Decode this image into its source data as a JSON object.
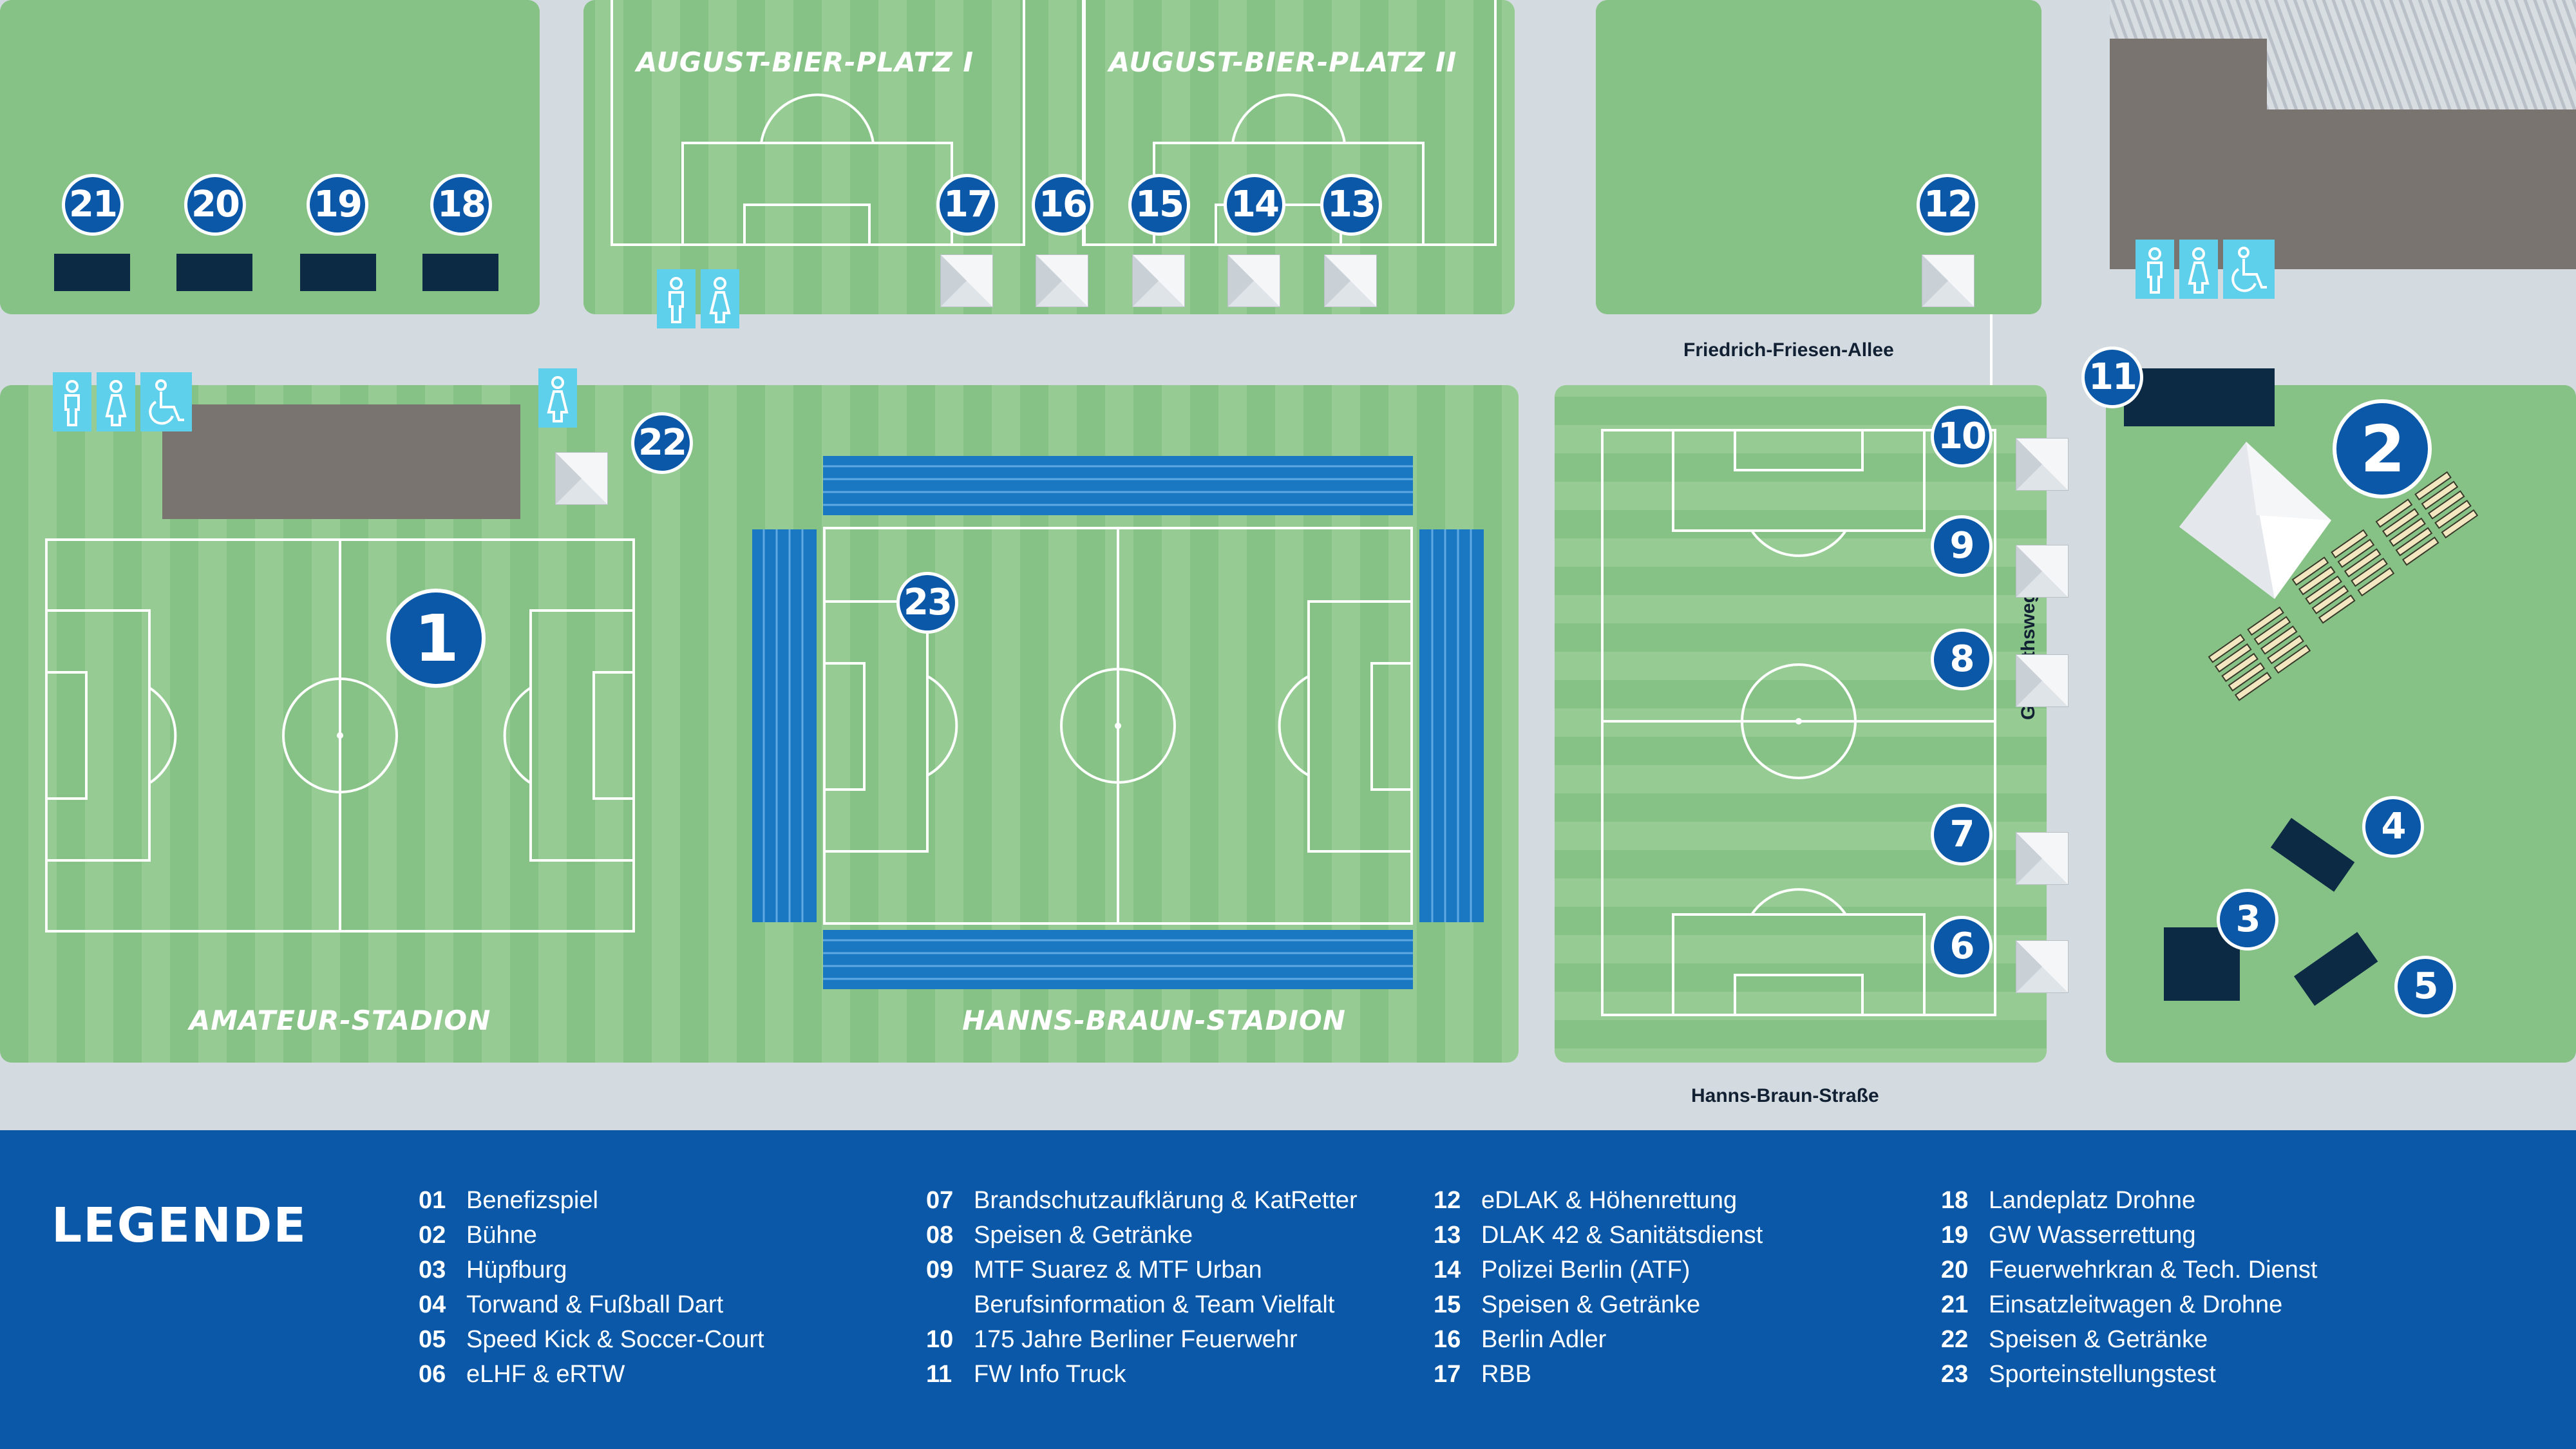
{
  "colors": {
    "grass_dark": "#86c186",
    "grass_light": "#96cc94",
    "road": "#d4dbe0",
    "marker": "#0b58a8",
    "restroom": "#5ed0ec",
    "vehicle": "#0c2a44",
    "building": "#7a7470",
    "legend_bg": "#0b58a8",
    "stands": "#1a78c2"
  },
  "fields": {
    "august_bier_1": "AUGUST-BIER-PLATZ I",
    "august_bier_2": "AUGUST-BIER-PLATZ II",
    "amateur": "AMATEUR-STADION",
    "hanns_braun": "HANNS-BRAUN-STADION"
  },
  "roads": {
    "friedrich": "Friedrich-Friesen-Allee",
    "hanns": "Hanns-Braun-Straße",
    "gutmuths": "Gutmuthsweg"
  },
  "markers": {
    "m1": "1",
    "m2": "2",
    "m3": "3",
    "m4": "4",
    "m5": "5",
    "m6": "6",
    "m7": "7",
    "m8": "8",
    "m9": "9",
    "m10": "10",
    "m11": "11",
    "m12": "12",
    "m13": "13",
    "m14": "14",
    "m15": "15",
    "m16": "16",
    "m17": "17",
    "m18": "18",
    "m19": "19",
    "m20": "20",
    "m21": "21",
    "m22": "22",
    "m23": "23"
  },
  "icons": [
    "toilet-female-icon",
    "toilet-male-icon",
    "wheelchair-icon",
    "tent-icon"
  ],
  "legend": {
    "title": "LEGENDE",
    "col1": [
      {
        "n": "01",
        "t": "Benefizspiel"
      },
      {
        "n": "02",
        "t": "Bühne"
      },
      {
        "n": "03",
        "t": "Hüpfburg"
      },
      {
        "n": "04",
        "t": "Torwand & Fußball Dart"
      },
      {
        "n": "05",
        "t": "Speed Kick & Soccer-Court"
      },
      {
        "n": "06",
        "t": "eLHF & eRTW"
      }
    ],
    "col2": [
      {
        "n": "07",
        "t": "Brandschutzaufklärung & KatRetter"
      },
      {
        "n": "08",
        "t": "Speisen & Getränke"
      },
      {
        "n": "09",
        "t": "MTF Suarez & MTF Urban"
      },
      {
        "n": "",
        "t": "Berufsinformation & Team Vielfalt"
      },
      {
        "n": "10",
        "t": "175 Jahre Berliner Feuerwehr"
      },
      {
        "n": "11",
        "t": "FW Info Truck"
      }
    ],
    "col3": [
      {
        "n": "12",
        "t": "eDLAK & Höhenrettung"
      },
      {
        "n": "13",
        "t": "DLAK 42 & Sanitätsdienst"
      },
      {
        "n": "14",
        "t": "Polizei Berlin (ATF)"
      },
      {
        "n": "15",
        "t": "Speisen & Getränke"
      },
      {
        "n": "16",
        "t": "Berlin Adler"
      },
      {
        "n": "17",
        "t": "RBB"
      }
    ],
    "col4": [
      {
        "n": "18",
        "t": "Landeplatz Drohne"
      },
      {
        "n": "19",
        "t": "GW Wasserrettung"
      },
      {
        "n": "20",
        "t": "Feuerwehrkran & Tech. Dienst"
      },
      {
        "n": "21",
        "t": "Einsatzleitwagen & Drohne"
      },
      {
        "n": "22",
        "t": "Speisen & Getränke"
      },
      {
        "n": "23",
        "t": "Sporteinstellungstest"
      }
    ]
  }
}
